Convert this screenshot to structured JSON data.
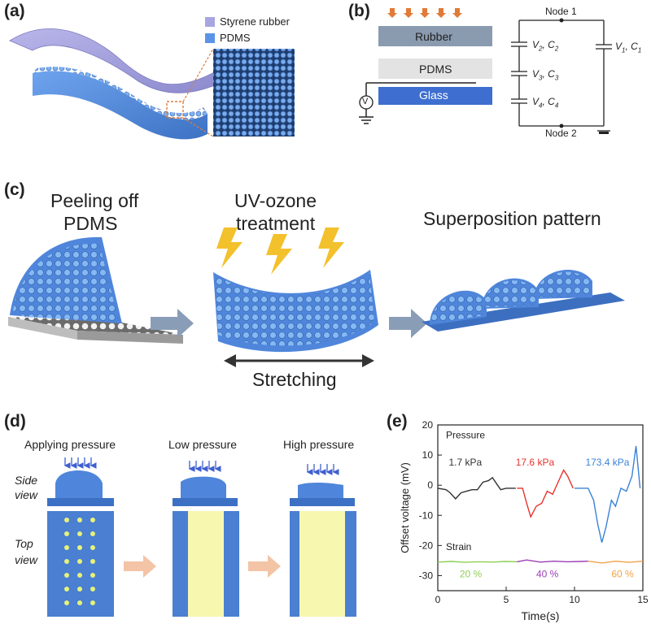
{
  "panels": {
    "a": {
      "label": "(a)",
      "legend": [
        {
          "text": "Styrene rubber",
          "color": "#a8a6e0"
        },
        {
          "text": "PDMS",
          "color": "#5b93e6"
        }
      ]
    },
    "b": {
      "label": "(b)",
      "layers": {
        "rubber": "Rubber",
        "pdms": "PDMS",
        "glass": "Glass"
      },
      "voltmeter": "V",
      "circuit": {
        "node1": "Node 1",
        "node2": "Node 2",
        "caps": [
          {
            "v": "V",
            "vs": "2",
            "c": "C",
            "cs": "2"
          },
          {
            "v": "V",
            "vs": "3",
            "c": "C",
            "cs": "3"
          },
          {
            "v": "V",
            "vs": "4",
            "c": "C",
            "cs": "4"
          },
          {
            "v": "V",
            "vs": "1",
            "c": "C",
            "cs": "1"
          }
        ]
      }
    },
    "c": {
      "label": "(c)",
      "step1": [
        "Peeling off",
        "PDMS"
      ],
      "step2": [
        "UV-ozone",
        "treatment"
      ],
      "step3": "Superposition pattern",
      "stretch": "Stretching"
    },
    "d": {
      "label": "(d)",
      "cols": [
        "Applying pressure",
        "Low pressure",
        "High pressure"
      ],
      "rows": [
        [
          "Side",
          "view"
        ],
        [
          "Top",
          "view"
        ]
      ]
    },
    "e": {
      "label": "(e)",
      "pressure_title": "Pressure",
      "strain_title": "Strain"
    }
  },
  "chart_data": {
    "type": "line",
    "xlabel": "Time(s)",
    "ylabel": "Offset voltage (mV)",
    "xlim": [
      0,
      15
    ],
    "ylim": [
      -35,
      20
    ],
    "xticks": [
      0,
      5,
      10,
      15
    ],
    "yticks": [
      20,
      10,
      0,
      -10,
      -20,
      -30
    ],
    "series": [
      {
        "name": "1.7 kPa",
        "color": "#333333",
        "x": [
          0,
          0.6,
          0.9,
          1.3,
          1.7,
          2.1,
          2.5,
          2.9,
          3.3,
          3.7,
          4.0,
          4.3,
          4.6,
          5.0,
          5.7
        ],
        "y": [
          -1,
          -1.5,
          -2.5,
          -4.5,
          -2.5,
          -2,
          -1.5,
          -1.5,
          1,
          1.5,
          2.5,
          0.5,
          -1.5,
          -1,
          -1
        ]
      },
      {
        "name": "17.6 kPa",
        "color": "#e8322d",
        "x": [
          5.8,
          6.2,
          6.5,
          6.8,
          7.2,
          7.6,
          8.0,
          8.4,
          8.8,
          9.2,
          9.5,
          9.9
        ],
        "y": [
          -1,
          -1,
          -6,
          -10.5,
          -7,
          -6,
          -2,
          -3,
          1,
          5,
          3,
          -1
        ]
      },
      {
        "name": "173.4 kPa",
        "color": "#3b82d6",
        "x": [
          10.0,
          10.6,
          11.0,
          11.4,
          11.7,
          12.0,
          12.3,
          12.7,
          13.0,
          13.4,
          13.8,
          14.2,
          14.5,
          14.8
        ],
        "y": [
          -1,
          -1,
          -1,
          -5,
          -13,
          -19,
          -14,
          -5,
          -7,
          -1,
          -2,
          3,
          13,
          -1
        ]
      },
      {
        "name": "20 %",
        "color": "#8fcf56",
        "x": [
          0,
          1,
          2,
          3,
          4,
          5,
          5.8
        ],
        "y": [
          -25.5,
          -25.3,
          -25.6,
          -25.4,
          -25.5,
          -25.3,
          -25.4
        ]
      },
      {
        "name": "40 %",
        "color": "#9b3fb5",
        "x": [
          5.8,
          6.5,
          7.5,
          8.5,
          9.5,
          10.5,
          11.0
        ],
        "y": [
          -25.4,
          -24.8,
          -25.5,
          -25.2,
          -25.4,
          -25.3,
          -25.2
        ]
      },
      {
        "name": "60 %",
        "color": "#f2a24a",
        "x": [
          11.0,
          12,
          13,
          14,
          15
        ],
        "y": [
          -25.2,
          -25.8,
          -25.2,
          -25.6,
          -25.2
        ]
      }
    ]
  }
}
